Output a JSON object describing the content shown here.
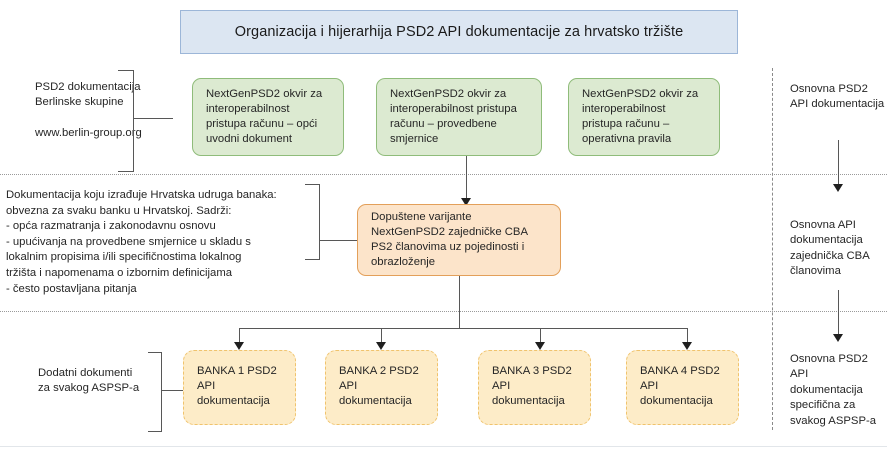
{
  "title": "Organizacija i hijerarhija PSD2 API dokumentacije za hrvatsko tržište",
  "left_labels": {
    "berlin": "PSD2 dokumentacija\nBerlinske skupine",
    "berlin_url": "www.berlin-group.org",
    "hub": "Dokumentacija koju izrađuje Hrvatska udruga banaka:\nobvezna za svaku banku u Hrvatskoj. Sadrži:\n        - opća razmatranja i zakonodavnu osnovu\n        - upućivanja na provedbene smjernice u skladu s\n        lokalnim propisima i/ili specifičnostima lokalnog\n        tržišta i napomenama o izbornim definicijama\n        - često postavljana pitanja",
    "aspsp": "Dodatni dokumenti\nza svakog ASPSP-a"
  },
  "green_boxes": [
    {
      "text": "NextGenPSD2 okvir za\ninteroperabilnost\npristupa računu – opći\nuvodni dokument"
    },
    {
      "text": "NextGenPSD2 okvir za\ninteroperabilnost pristupa\nračunu – provedbene\nsmjernice"
    },
    {
      "text": "NextGenPSD2 okvir za\ninteroperabilnost\npristupa računu –\noperativna pravila"
    }
  ],
  "orange_box": {
    "text": "Dopuštene varijante\nNextGenPSD2 zajedničke CBA\nPS2 članovima uz pojedinosti i\nobrazloženje"
  },
  "bank_boxes": [
    {
      "text": "BANKA 1 PSD2\nAPI\ndokumentacija"
    },
    {
      "text": "BANKA 2 PSD2\nAPI\ndokumentacija"
    },
    {
      "text": "BANKA 3 PSD2\nAPI\ndokumentacija"
    },
    {
      "text": "BANKA 4 PSD2\nAPI\ndokumentacija"
    }
  ],
  "right_labels": {
    "tier1": "Osnovna PSD2\nAPI dokumentacija",
    "tier2": "Osnovna API\ndokumentacija\nzajednička CBA\nčlanovima",
    "tier3": "Osnovna PSD2 API\ndokumentacija\nspecifična za\nsvakog ASPSP-a"
  },
  "colors": {
    "title_fill": "#dce6f2",
    "title_border": "#9cb6d8",
    "green_fill": "#dcead1",
    "green_border": "#8fbc7a",
    "orange_fill": "#fce4ca",
    "orange_border": "#e3a05a",
    "bank_fill": "#fdecc8",
    "bank_border": "#f0c36d",
    "connector": "#575757",
    "separator": "#9a9a9a"
  }
}
